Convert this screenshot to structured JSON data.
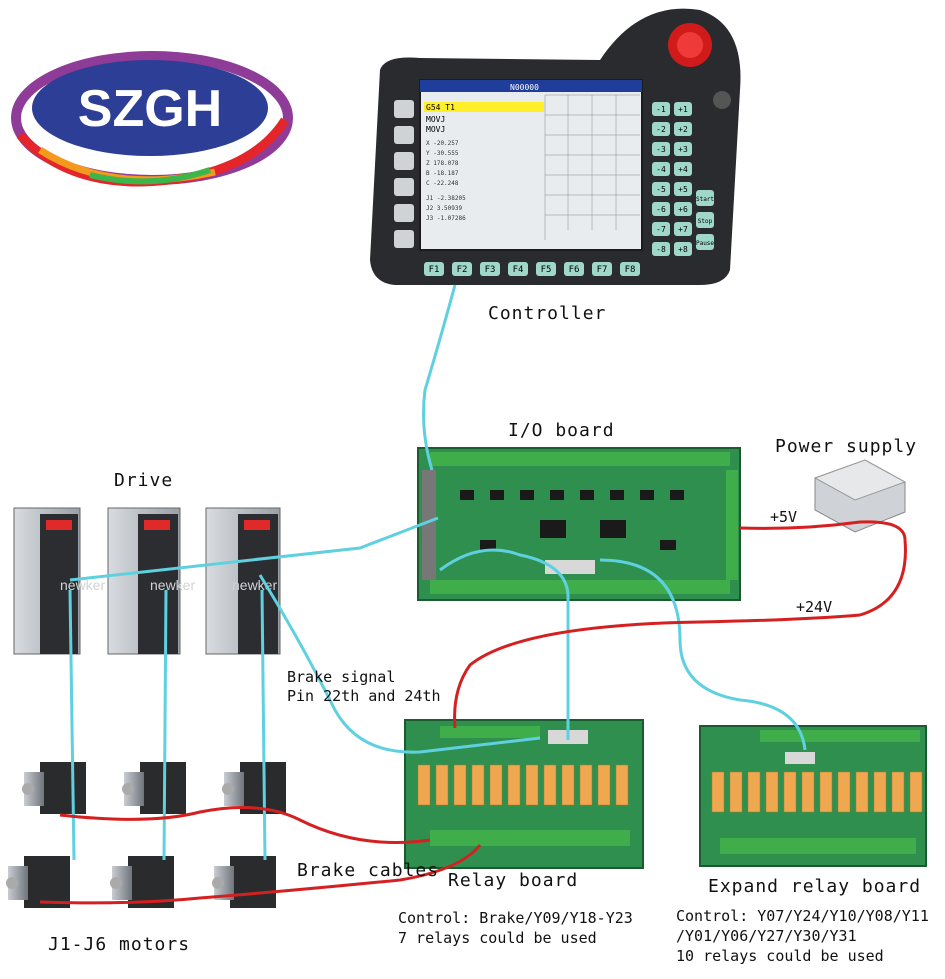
{
  "logo": {
    "text": "SZGH",
    "colors": [
      "#e4262a",
      "#f39a1e",
      "#f5e21a",
      "#3cb54a",
      "#1aa5e0",
      "#2c3e96",
      "#8e3c97"
    ]
  },
  "controller": {
    "label": "Controller",
    "screen_title": "N00000",
    "screen_lines": [
      "G54 T1",
      "MOVJ",
      "MOVJ"
    ],
    "softkeys": [
      "F1",
      "F2",
      "F3",
      "F4",
      "F5",
      "F6",
      "F7",
      "F8"
    ],
    "keypad_left": [
      "-1",
      "-2",
      "-3",
      "-4",
      "-5",
      "-6",
      "-7",
      "-8"
    ],
    "keypad_right": [
      "+1",
      "+2",
      "+3",
      "+4",
      "+5",
      "+6",
      "+7",
      "+8"
    ],
    "side_buttons": [
      "Start",
      "Stop",
      "Pause"
    ]
  },
  "io_board": {
    "label": "I/O board"
  },
  "power_supply": {
    "label": "Power supply",
    "v5": "+5V",
    "v24": "+24V"
  },
  "drive": {
    "label": "Drive",
    "watermark": "newker"
  },
  "brake_signal": {
    "line1": "Brake signal",
    "line2": "Pin 22th and 24th"
  },
  "motors": {
    "label": "J1-J6 motors",
    "brake_cables": "Brake cables"
  },
  "relay_board": {
    "label": "Relay board",
    "control1": "Control: Brake/Y09/Y18-Y23",
    "control2": "7 relays could be used"
  },
  "expand_relay_board": {
    "label": "Expand relay board",
    "control1": "Control: Y07/Y24/Y10/Y08/Y11",
    "control2": "/Y01/Y06/Y27/Y30/Y31",
    "control3": "10 relays could be used"
  },
  "colors": {
    "signal_cable": "#5fd0e0",
    "power_cable": "#d42020",
    "board_green": "#2f8f4f",
    "terminal_green": "#3fae4a"
  }
}
